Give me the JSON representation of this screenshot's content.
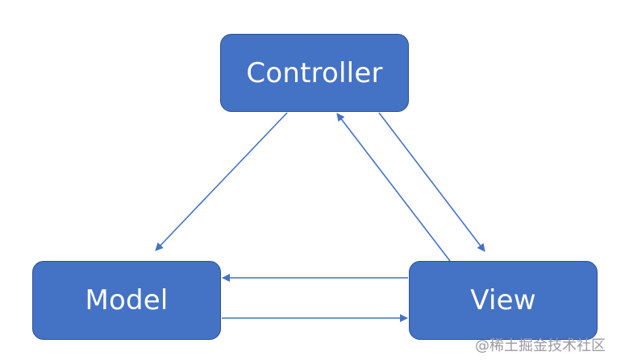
{
  "diagram": {
    "nodes": {
      "controller": "Controller",
      "model": "Model",
      "view": "View"
    },
    "connections": [
      {
        "from": "Controller",
        "to": "Model"
      },
      {
        "from": "Controller",
        "to": "View"
      },
      {
        "from": "View",
        "to": "Controller"
      },
      {
        "from": "View",
        "to": "Model"
      },
      {
        "from": "Model",
        "to": "View"
      }
    ]
  },
  "colors": {
    "node_fill": "#4472c4",
    "node_border": "#2f528f",
    "node_text": "#ffffff",
    "arrow": "#4472c4",
    "watermark": "#9a9aa2"
  },
  "watermark": "@稀土掘金技术社区"
}
